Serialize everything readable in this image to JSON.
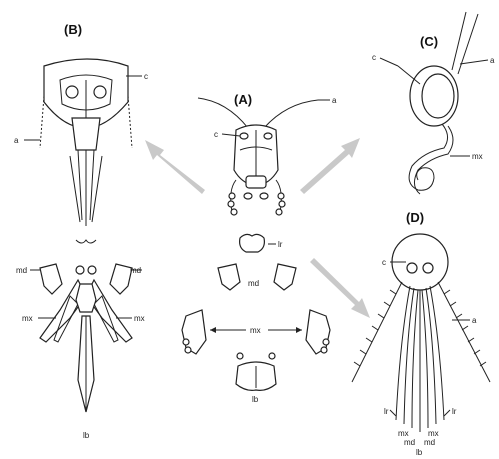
{
  "panels": {
    "a": {
      "title": "(A)",
      "labels": {
        "antenna": "a",
        "clypeus": "c",
        "labrum": "lr",
        "mandibles": "md",
        "maxillae": "mx",
        "labium": "lb"
      }
    },
    "b": {
      "title": "(B)",
      "labels": {
        "clypeus": "c",
        "antenna": "a",
        "md_left": "md",
        "md_right": "md",
        "mx_left": "mx",
        "mx_right": "mx",
        "labium": "lb"
      }
    },
    "c": {
      "title": "(C)",
      "labels": {
        "clypeus": "c",
        "antenna": "a",
        "maxilla": "mx"
      }
    },
    "d": {
      "title": "(D)",
      "labels": {
        "clypeus": "c",
        "antenna": "a",
        "lr_left": "lr",
        "lr_right": "lr",
        "mx_left": "mx",
        "mx_right": "mx",
        "md_left": "md",
        "md_right": "md",
        "labium": "lb"
      }
    }
  },
  "colors": {
    "arrow": "#c9c9c9",
    "line": "#222222"
  }
}
